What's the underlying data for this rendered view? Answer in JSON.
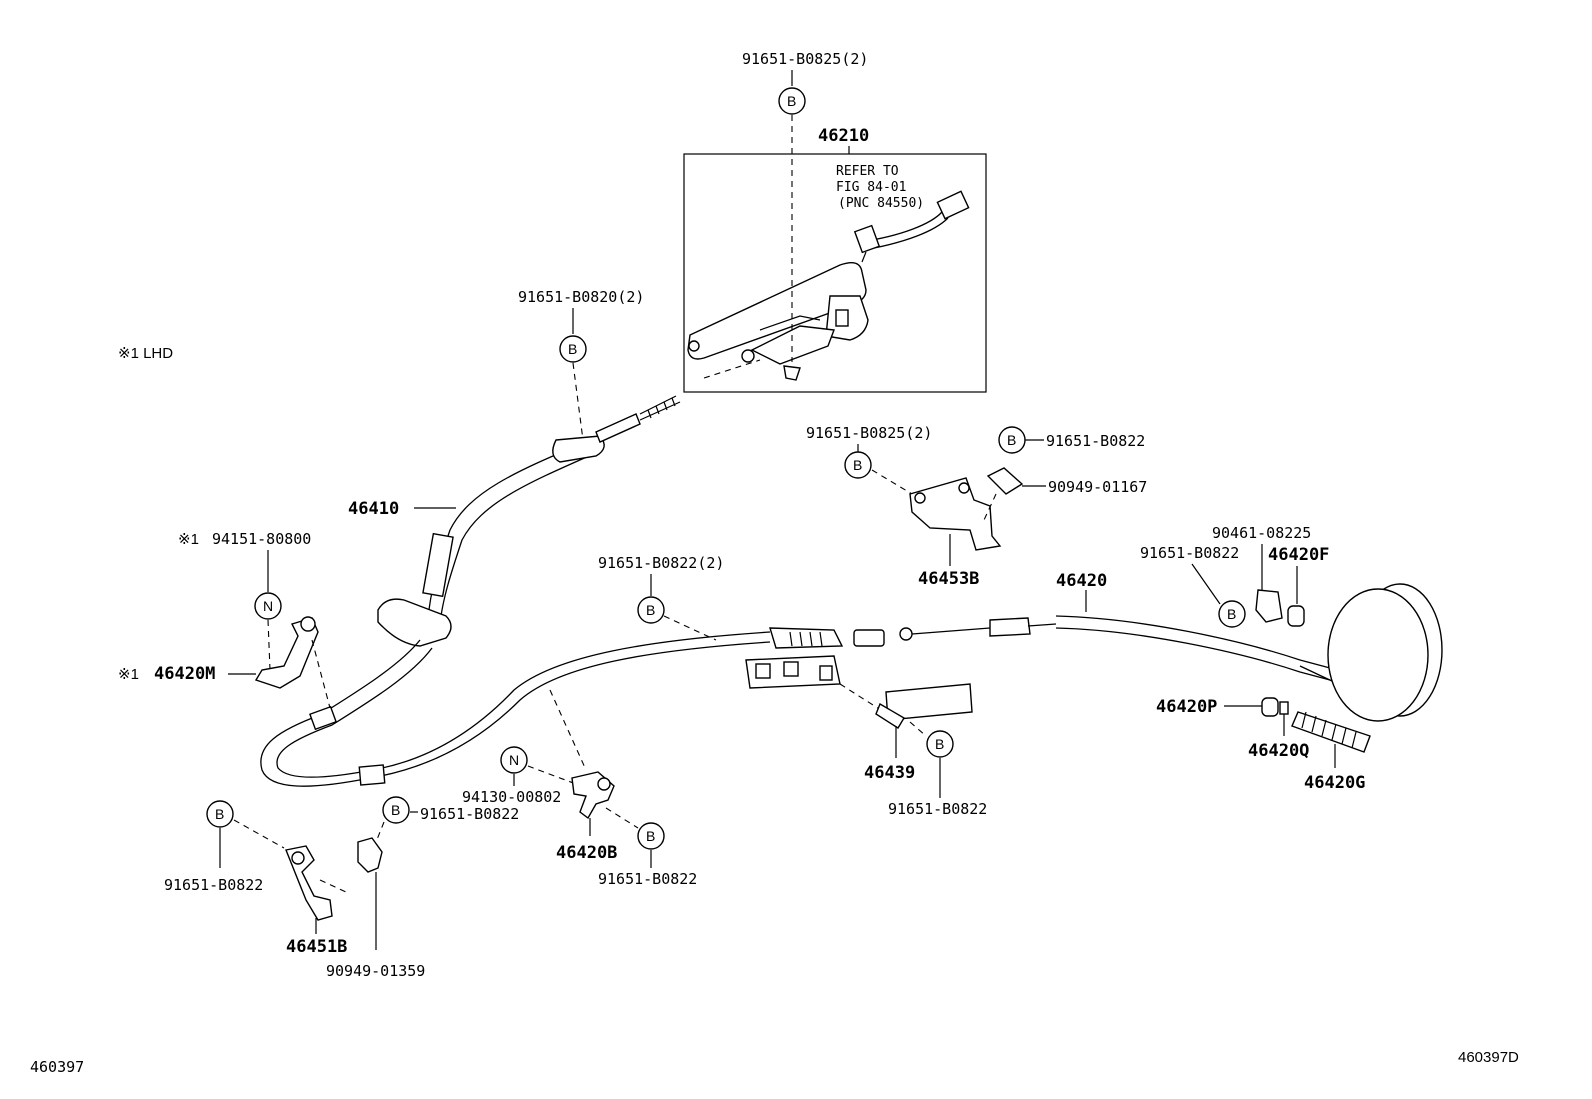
{
  "diagram": {
    "figure_number": "460397",
    "figure_code": "460397D",
    "note": "※1 LHD",
    "box_note": [
      "REFER TO",
      "FIG 84-01",
      "(PNC 84550)"
    ],
    "callout_letters": {
      "bolt": "B",
      "nut": "N"
    },
    "parts": {
      "p1": "91651-B0825(2)",
      "p2": "46210",
      "p3": "91651-B0820(2)",
      "p4": "46410",
      "p5": "※1",
      "p6": "94151-80800",
      "p7": "※1",
      "p8": "46420M",
      "p9": "91651-B0825(2)",
      "p10": "91651-B0822",
      "p11": "90949-01167",
      "p12": "46453B",
      "p13": "91651-B0822(2)",
      "p14": "46420",
      "p15": "90461-08225",
      "p16": "91651-B0822",
      "p17": "46420F",
      "p18": "46420P",
      "p19": "46420Q",
      "p20": "46420G",
      "p21": "46439",
      "p22": "91651-B0822",
      "p23": "94130-00802",
      "p24": "46420B",
      "p25": "91651-B0822",
      "p26": "91651-B0822",
      "p27": "91651-B0822",
      "p28": "46451B",
      "p29": "90949-01359"
    }
  }
}
